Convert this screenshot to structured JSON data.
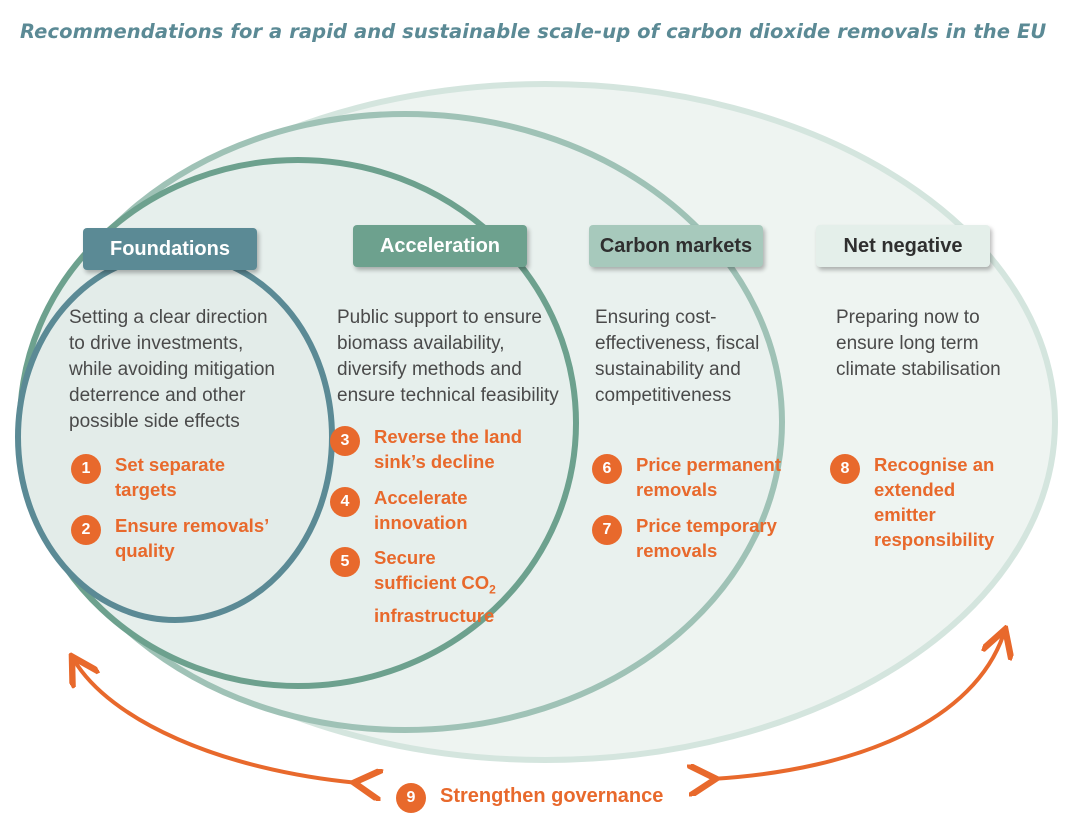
{
  "title": "Recommendations for a rapid and sustainable scale-up of carbon dioxide removals in the EU",
  "colors": {
    "title": "#5b8a95",
    "foundations": "#5b8a95",
    "acceleration": "#6da18e",
    "carbon_markets": "#a7c9bc",
    "net_negative": "#e4efea",
    "recommendation": "#e8692c",
    "ellipse_fill": "#ecf3f0"
  },
  "phases": [
    {
      "label": "Foundations",
      "description": [
        "Setting a clear direction",
        "to drive investments,",
        "while avoiding mitigation",
        "deterrence and other",
        "possible side effects"
      ]
    },
    {
      "label": "Acceleration",
      "description": [
        "Public support to ensure",
        "biomass availability,",
        "diversify methods and",
        "ensure technical feasibility"
      ]
    },
    {
      "label": "Carbon markets",
      "description": [
        "Ensuring cost-",
        "effectiveness, fiscal",
        "sustainability and",
        "competitiveness"
      ]
    },
    {
      "label": "Net negative",
      "description": [
        "Preparing now to",
        "ensure long term",
        "climate stabilisation"
      ]
    }
  ],
  "recommendations": [
    {
      "number": "1",
      "lines": [
        "Set separate",
        "targets"
      ]
    },
    {
      "number": "2",
      "lines": [
        "Ensure removals’",
        "quality"
      ]
    },
    {
      "number": "3",
      "lines": [
        "Reverse the land",
        "sink’s decline"
      ]
    },
    {
      "number": "4",
      "lines": [
        "Accelerate",
        "innovation"
      ]
    },
    {
      "number": "5",
      "lines": [
        "Secure",
        "sufficient CO",
        "infrastructure"
      ],
      "subscript": "2"
    },
    {
      "number": "6",
      "lines": [
        "Price permanent",
        "removals"
      ]
    },
    {
      "number": "7",
      "lines": [
        "Price temporary",
        "removals"
      ]
    },
    {
      "number": "8",
      "lines": [
        "Recognise an",
        "extended",
        "emitter",
        "responsibility"
      ]
    },
    {
      "number": "9",
      "lines": [
        "Strengthen governance"
      ]
    }
  ]
}
